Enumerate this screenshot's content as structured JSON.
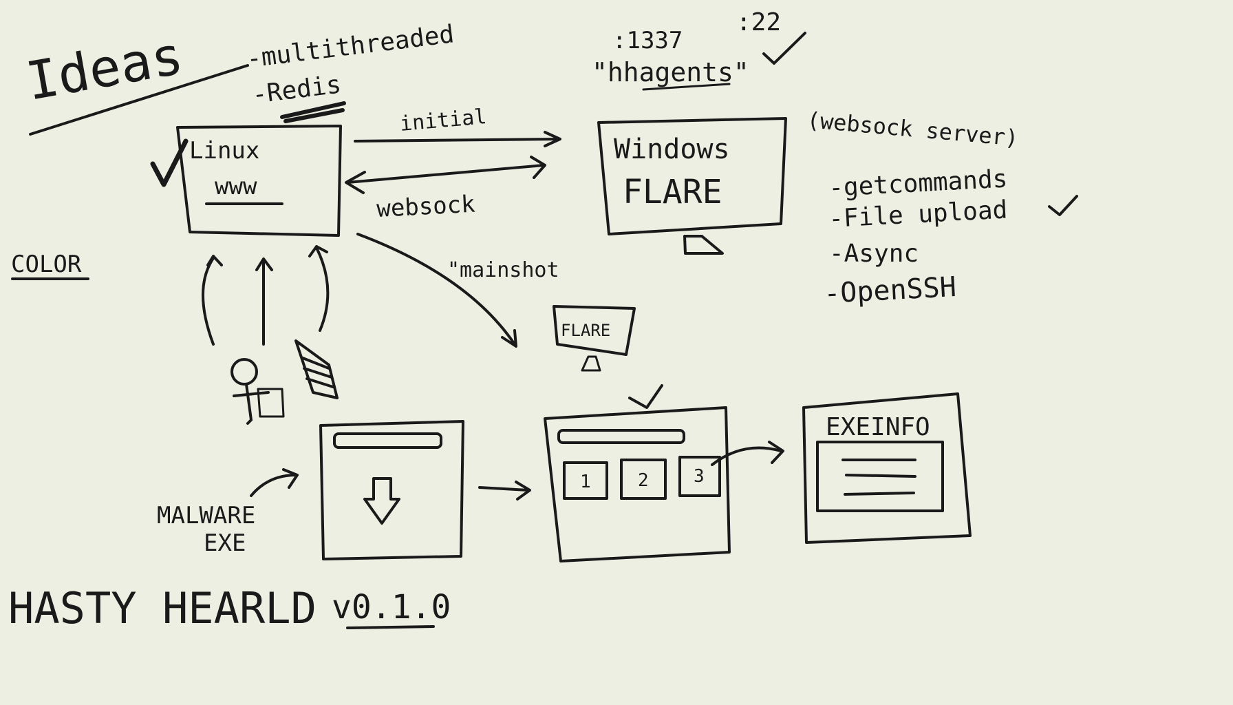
{
  "colors": {
    "paper": "#ecefe2",
    "ink": "#1a1a1a"
  },
  "ideas": {
    "title": "Ideas",
    "items": [
      "-multithreaded",
      "-Redis"
    ]
  },
  "color_note": "COLOR",
  "linux_box": {
    "line1": "Linux",
    "line2": "www"
  },
  "arrow_labels": {
    "initial": "initial",
    "websock": "websock",
    "screenshot": "\"mainshot"
  },
  "ports": {
    "port_a": ":1337",
    "port_b": ":22",
    "user": "\"hhagents\""
  },
  "windows_box": {
    "line1": "Windows",
    "line2": "FLARE"
  },
  "server_note": {
    "title": "(websock server)",
    "items": [
      "-getcommands",
      "-File upload",
      "-Async",
      "-OpenSSH"
    ]
  },
  "small_monitor": "FLARE",
  "malware_label": {
    "line1": "MALWARE",
    "line2": "EXE"
  },
  "tab_screen": {
    "tabs": [
      "1",
      "2",
      "3"
    ]
  },
  "exeinfo": {
    "title": "EXEINFO"
  },
  "footer": {
    "name": "HASTY HEARLD",
    "version": "v0.1.0"
  },
  "icons": [
    "checkmark-icon",
    "download-arrow-icon",
    "stick-figure-icon",
    "clipboard-icon",
    "monitor-stand-icon"
  ]
}
